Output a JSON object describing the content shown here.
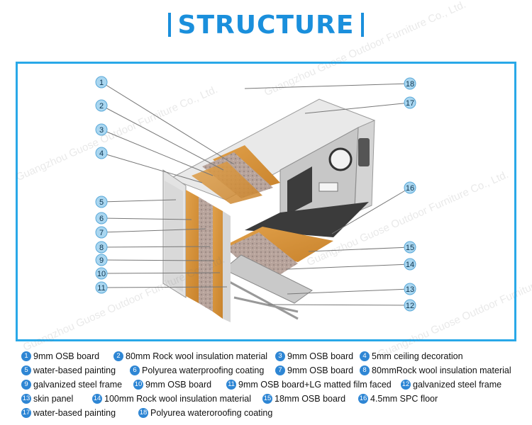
{
  "title": "STRUCTURE",
  "watermark": "Guangzhou Guose Outdoor Furniture Co., Ltd.",
  "colors": {
    "accent": "#1a8fdc",
    "frame": "#29a8e8",
    "badge": "#2e86d4",
    "marker": "#a9d6f0"
  },
  "markers": [
    "1",
    "2",
    "3",
    "4",
    "5",
    "6",
    "7",
    "8",
    "9",
    "10",
    "11",
    "12",
    "13",
    "14",
    "15",
    "16",
    "17",
    "18"
  ],
  "legend": [
    {
      "num": "1",
      "label": "9mm OSB board"
    },
    {
      "num": "2",
      "label": "80mm Rock wool insulation material"
    },
    {
      "num": "3",
      "label": "9mm OSB board"
    },
    {
      "num": "4",
      "label": "5mm ceiling decoration"
    },
    {
      "num": "5",
      "label": "water-based painting"
    },
    {
      "num": "6",
      "label": "Polyurea waterproofing coating"
    },
    {
      "num": "7",
      "label": "9mm OSB board"
    },
    {
      "num": "8",
      "label": "80mmRock wool insulation material"
    },
    {
      "num": "9",
      "label": "galvanized steel frame"
    },
    {
      "num": "10",
      "label": "9mm OSB board"
    },
    {
      "num": "11",
      "label": "9mm OSB board+LG matted film faced"
    },
    {
      "num": "12",
      "label": "galvanized steel frame"
    },
    {
      "num": "13",
      "label": "skin panel"
    },
    {
      "num": "14",
      "label": "100mm Rock wool insulation material"
    },
    {
      "num": "15",
      "label": "18mm OSB board"
    },
    {
      "num": "16",
      "label": "4.5mm SPC floor"
    },
    {
      "num": "17",
      "label": "water-based painting"
    },
    {
      "num": "18",
      "label": "Polyurea wateroroofing coating"
    }
  ]
}
